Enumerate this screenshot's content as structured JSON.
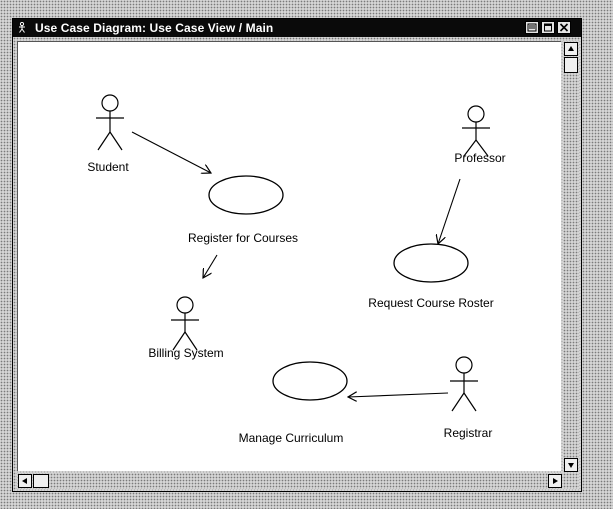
{
  "window": {
    "title": "Use Case Diagram: Use Case View / Main"
  },
  "icons": {
    "system": "stick-figure-icon",
    "restore": "restore-icon",
    "maximize": "maximize-icon",
    "close": "close-icon"
  },
  "diagram": {
    "actors": {
      "student": "Student",
      "professor": "Professor",
      "billing_system": "Billing System",
      "registrar": "Registrar"
    },
    "use_cases": {
      "register": "Register for Courses",
      "roster": "Request Course Roster",
      "curriculum": "Manage Curriculum"
    }
  }
}
